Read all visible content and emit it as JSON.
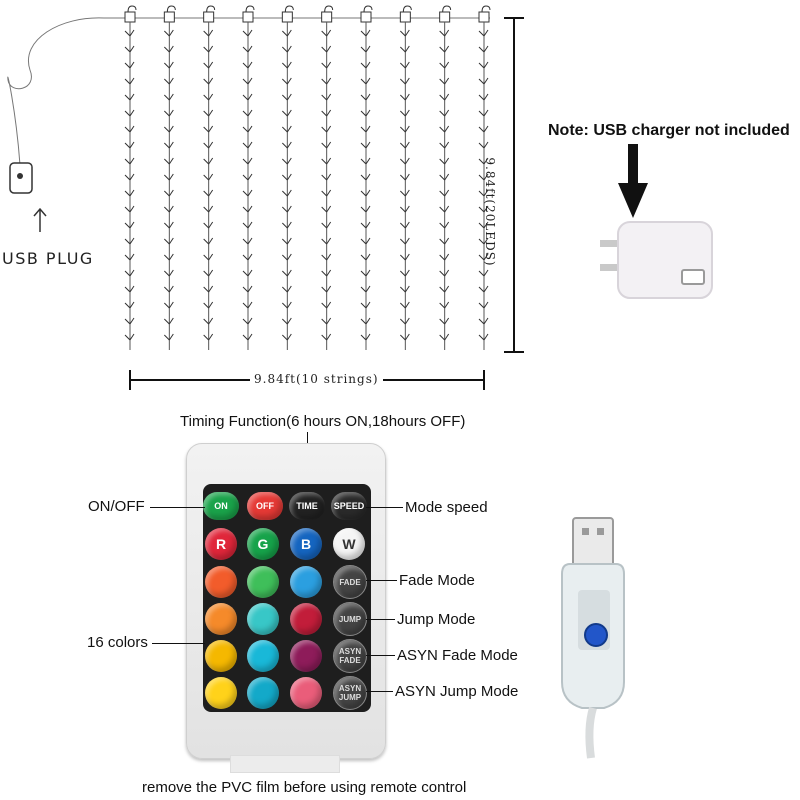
{
  "curtain": {
    "usb_plug_label": "USB PLUG",
    "height_label": "9.84ft(20LEDS)",
    "width_label": "9.84ft(10 strings)",
    "string_count": 10,
    "leds_per_string": 20
  },
  "charger": {
    "note": "Note: USB charger not included"
  },
  "remote": {
    "timing_caption": "Timing Function(6 hours ON,18hours OFF)",
    "onoff_caption": "ON/OFF",
    "mode_speed_caption": "Mode speed",
    "colors_caption": "16 colors",
    "fade_caption": "Fade Mode",
    "jump_caption": "Jump Mode",
    "asyn_fade_caption": "ASYN Fade Mode",
    "asyn_jump_caption": "ASYN Jump Mode",
    "footer": "remove the PVC film before using remote control",
    "buttons": {
      "on": "ON",
      "off": "OFF",
      "time": "TIME",
      "speed": "SPEED",
      "r": "R",
      "g": "G",
      "b": "B",
      "w": "W",
      "fade": "FADE",
      "jump": "JUMP",
      "asyn_fade": "ASYN FADE",
      "asyn_jump": "ASYN JUMP"
    },
    "colors": {
      "on": "#1aa34a",
      "off": "#e53935",
      "time": "#222222",
      "speed": "#2a2a2a",
      "r": "#e0263a",
      "g": "#16a34a",
      "b": "#1565c0",
      "w": "#f5f5f5",
      "row3": [
        "#f25c2b",
        "#3fbf5a",
        "#2b9fe0"
      ],
      "row4": [
        "#f58a2a",
        "#38c7c7",
        "#c21d3a"
      ],
      "row5": [
        "#f5b800",
        "#19b8d8",
        "#8e1c5a"
      ],
      "row6": [
        "#ffd21a",
        "#13a9c9",
        "#ea5d7a"
      ]
    }
  }
}
